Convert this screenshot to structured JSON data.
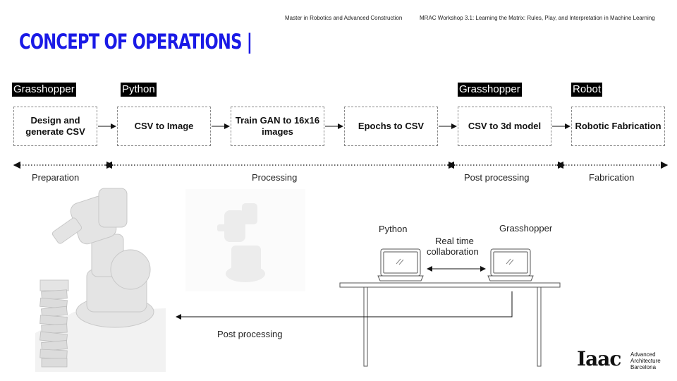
{
  "header": {
    "program": "Master in Robotics and Advanced Construction",
    "workshop": "MRAC Workshop 3.1: Learning the Matrix: Rules, Play, and Interpretation in Machine Learning"
  },
  "title": "CONCEPT OF OPERATIONS |",
  "tools": [
    "Grasshopper",
    "Python",
    "Grasshopper",
    "Robot"
  ],
  "steps": [
    "Design and generate CSV",
    "CSV to Image",
    "Train GAN to 16x16 images",
    "Epochs to CSV",
    "CSV to 3d model",
    "Robotic Fabrication"
  ],
  "phases": [
    "Preparation",
    "Processing",
    "Post processing",
    "Fabrication"
  ],
  "diagram": {
    "left_label": "Python",
    "right_label": "Grasshopper",
    "link_label_line1": "Real time",
    "link_label_line2": "collaboration",
    "return_label": "Post processing"
  },
  "logo": {
    "mark": "Iaac",
    "line1": "Advanced",
    "line2": "Architecture",
    "line3": "Barcelona"
  },
  "colors": {
    "title": "#1a1ae6",
    "tool_bg": "#000000"
  }
}
